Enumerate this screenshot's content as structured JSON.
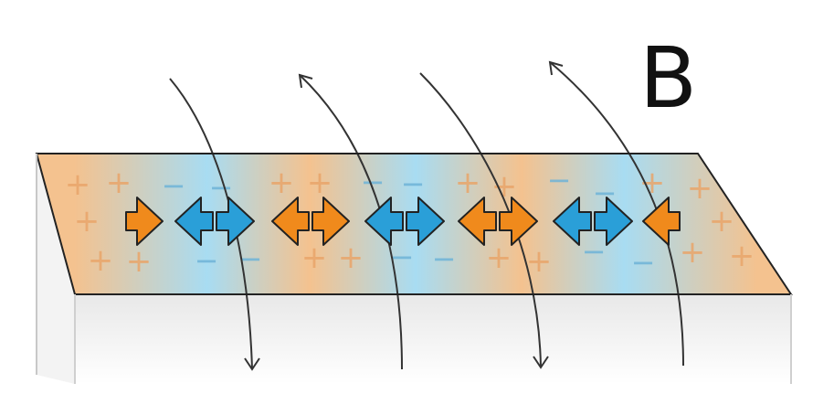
{
  "label": "B",
  "colors": {
    "positive": "#f4c28f",
    "negative": "#a8dcf2",
    "orange_arrow": "#f08a1c",
    "blue_arrow": "#2a9fd8",
    "plus_sign": "#e9a56a",
    "minus_sign": "#6fb4d8",
    "field_line": "#333333",
    "side_face": "#f1f1f1",
    "outline": "#222222"
  },
  "charge_symbols": {
    "plus": "+",
    "minus": "−"
  },
  "bands": [
    "positive",
    "negative",
    "positive",
    "negative",
    "positive",
    "negative",
    "positive"
  ],
  "field_lines": [
    {
      "direction": "down"
    },
    {
      "direction": "up"
    },
    {
      "direction": "down"
    },
    {
      "direction": "up"
    }
  ],
  "arrows": [
    {
      "type": "right",
      "color": "orange_arrow"
    },
    {
      "type": "double",
      "color": "blue_arrow"
    },
    {
      "type": "double",
      "color": "orange_arrow"
    },
    {
      "type": "double",
      "color": "blue_arrow"
    },
    {
      "type": "double",
      "color": "orange_arrow"
    },
    {
      "type": "double",
      "color": "blue_arrow"
    },
    {
      "type": "left",
      "color": "orange_arrow"
    }
  ]
}
